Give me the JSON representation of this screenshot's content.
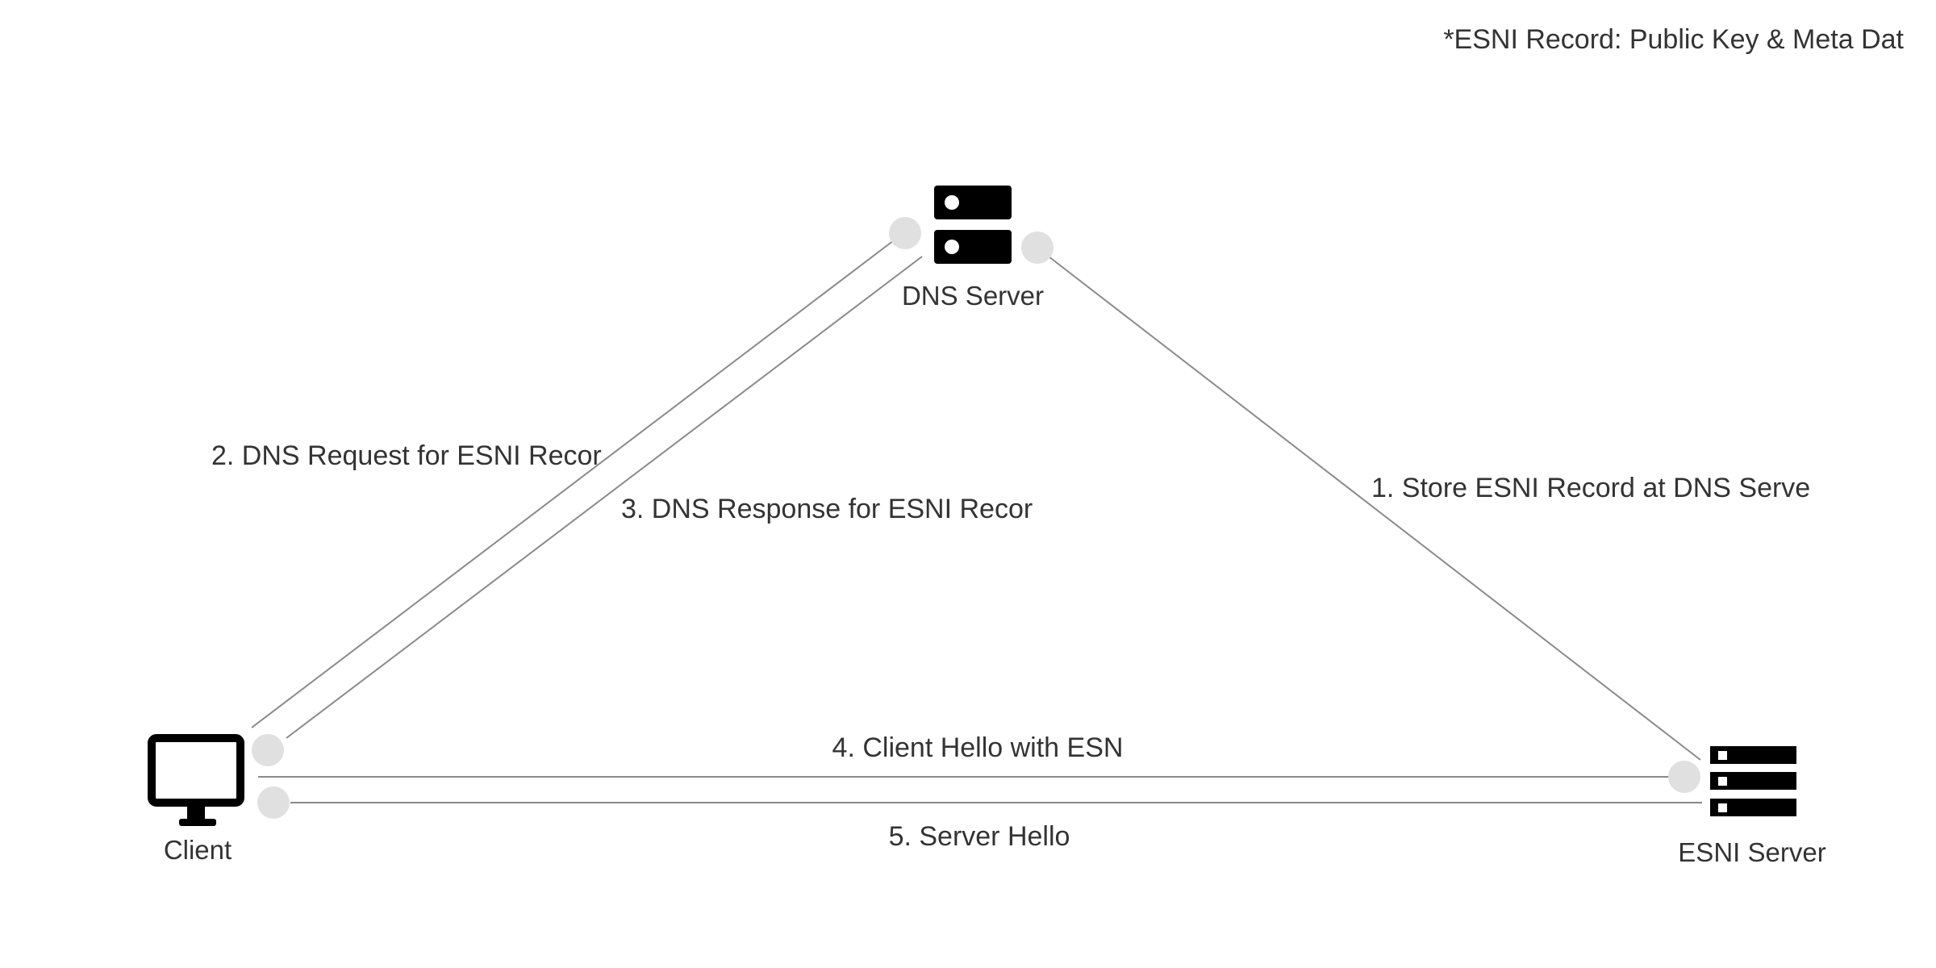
{
  "note": "*ESNI Record: Public Key & Meta Dat",
  "nodes": {
    "dns_server": {
      "label": "DNS Server",
      "icon": "server-icon"
    },
    "client": {
      "label": "Client",
      "icon": "monitor-icon"
    },
    "esni_server": {
      "label": "ESNI Server",
      "icon": "server-rack-icon"
    }
  },
  "edges": {
    "step1": {
      "label": "1. Store ESNI Record at DNS Serve",
      "from": "esni_server",
      "to": "dns_server"
    },
    "step2": {
      "label": "2. DNS Request for ESNI Recor",
      "from": "client",
      "to": "dns_server"
    },
    "step3": {
      "label": "3. DNS Response for ESNI Recor",
      "from": "dns_server",
      "to": "client"
    },
    "step4": {
      "label": "4. Client Hello with ESN",
      "from": "client",
      "to": "esni_server"
    },
    "step5": {
      "label": "5. Server Hello",
      "from": "esni_server",
      "to": "client"
    }
  },
  "colors": {
    "line": "#8a8a8a",
    "endpoint": "#e0e0e0",
    "icon": "#000000",
    "text": "#333333"
  }
}
